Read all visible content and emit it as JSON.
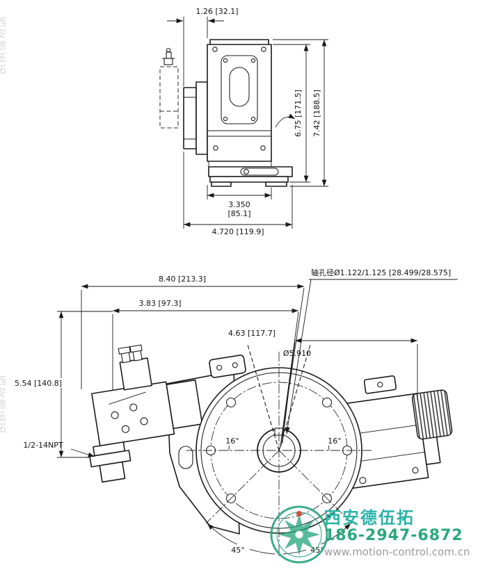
{
  "style": {
    "line_color": "#1a1a1a",
    "background": "#ffffff",
    "accent_teal": "#2ab3a8",
    "accent_green": "#2aa87c",
    "url_gray": "#9a9a9a"
  },
  "side_view": {
    "dim_boss": "1.26 [32.1]",
    "dim_inner_height": "6.75 [171.5]",
    "dim_outer_height": "7.42 [188.5]",
    "dim_body_width_line1": "3.350",
    "dim_body_width_line2": "[85.1]",
    "dim_total_width": "4.720 [119.9]"
  },
  "front_view": {
    "note_shaft_bore": "轴孔径Ø1.122/1.125 [28.499/28.575]",
    "dim_total_width": "8.40 [213.3]",
    "dim_left": "3.83 [97.3]",
    "dim_right": "4.63 [117.7]",
    "dim_flange_dia": "Ø5.910",
    "dim_height": "5.54 [140.8]",
    "conduit_label": "1/2-14NPT",
    "angle_left": "16°",
    "angle_right": "16°",
    "angle_bottom_left": "45°",
    "angle_bottom_right": "45°"
  },
  "watermark": {
    "company": "西安德伍拓",
    "phone": "186-2947-6872",
    "website": "www.motion-control.com.cn"
  }
}
